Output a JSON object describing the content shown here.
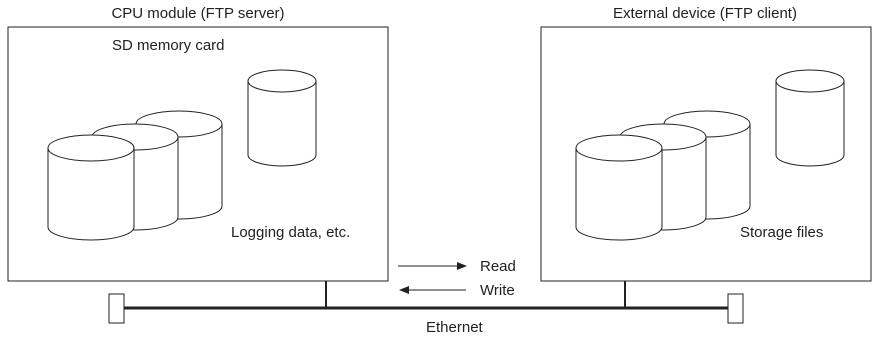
{
  "left_box": {
    "title": "CPU module (FTP server)",
    "subtitle": "SD memory card",
    "caption": "Logging data, etc."
  },
  "right_box": {
    "title": "External device (FTP client)",
    "caption": "Storage files"
  },
  "arrows": {
    "read_label": "Read",
    "write_label": "Write"
  },
  "network": {
    "label": "Ethernet"
  },
  "colors": {
    "stroke": "#222222",
    "fill": "#ffffff"
  }
}
